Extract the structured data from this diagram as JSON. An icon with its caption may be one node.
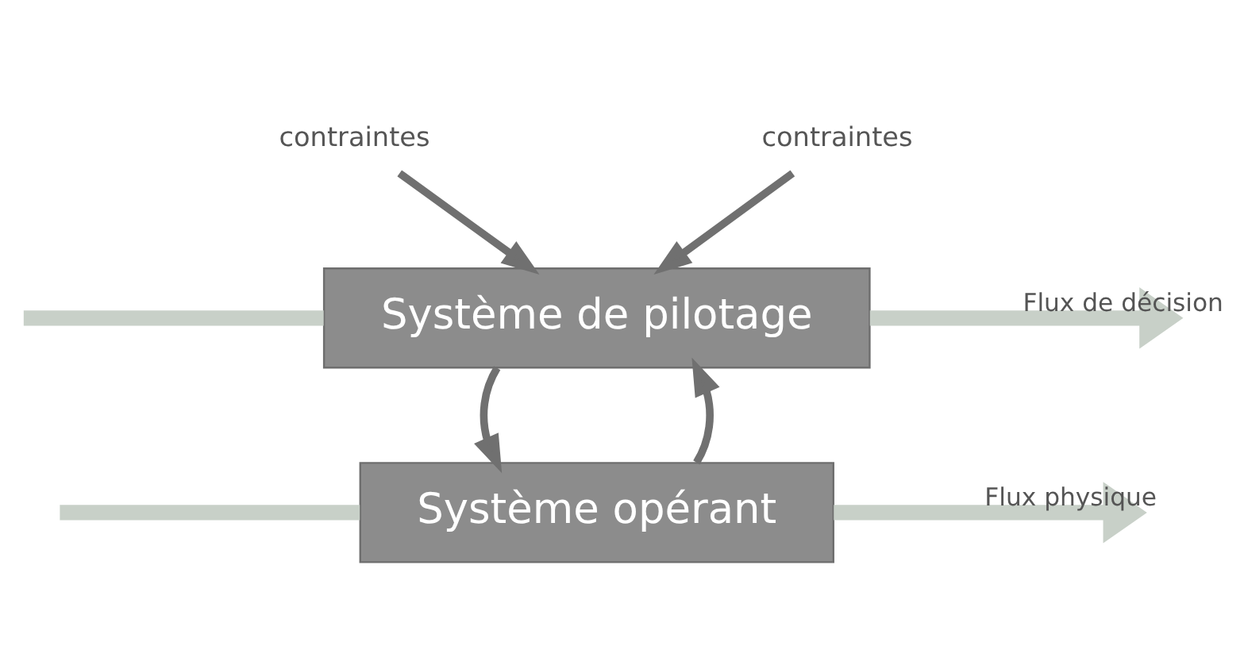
{
  "diagram": {
    "nodes": [
      {
        "text": [
          "contraintes"
        ]
      },
      {
        "text": [
          "contraintes"
        ]
      },
      {
        "text": [
          "Système de pilotage"
        ]
      },
      {
        "text": [
          "Système opérant"
        ]
      }
    ],
    "edges": [
      {
        "from": 0,
        "to": 2,
        "arrow": "to"
      },
      {
        "from": 1,
        "to": 2,
        "arrow": "to"
      },
      {
        "from": null,
        "to": 2,
        "arrow": "none",
        "style": "thick",
        "color": "#c8d0c8"
      },
      {
        "from": 2,
        "to": null,
        "arrow": "to",
        "label": "Flux de décision",
        "style": "thick",
        "color": "#c8d0c8"
      },
      {
        "from": 2,
        "to": 3,
        "arrow": "to"
      },
      {
        "from": 3,
        "to": 2,
        "arrow": "to"
      },
      {
        "from": null,
        "to": 3,
        "arrow": "none",
        "style": "thick",
        "color": "#c8d0c8"
      },
      {
        "from": 3,
        "to": null,
        "arrow": "to",
        "label": "Flux physique",
        "style": "thick",
        "color": "#c8d0c8"
      }
    ]
  }
}
